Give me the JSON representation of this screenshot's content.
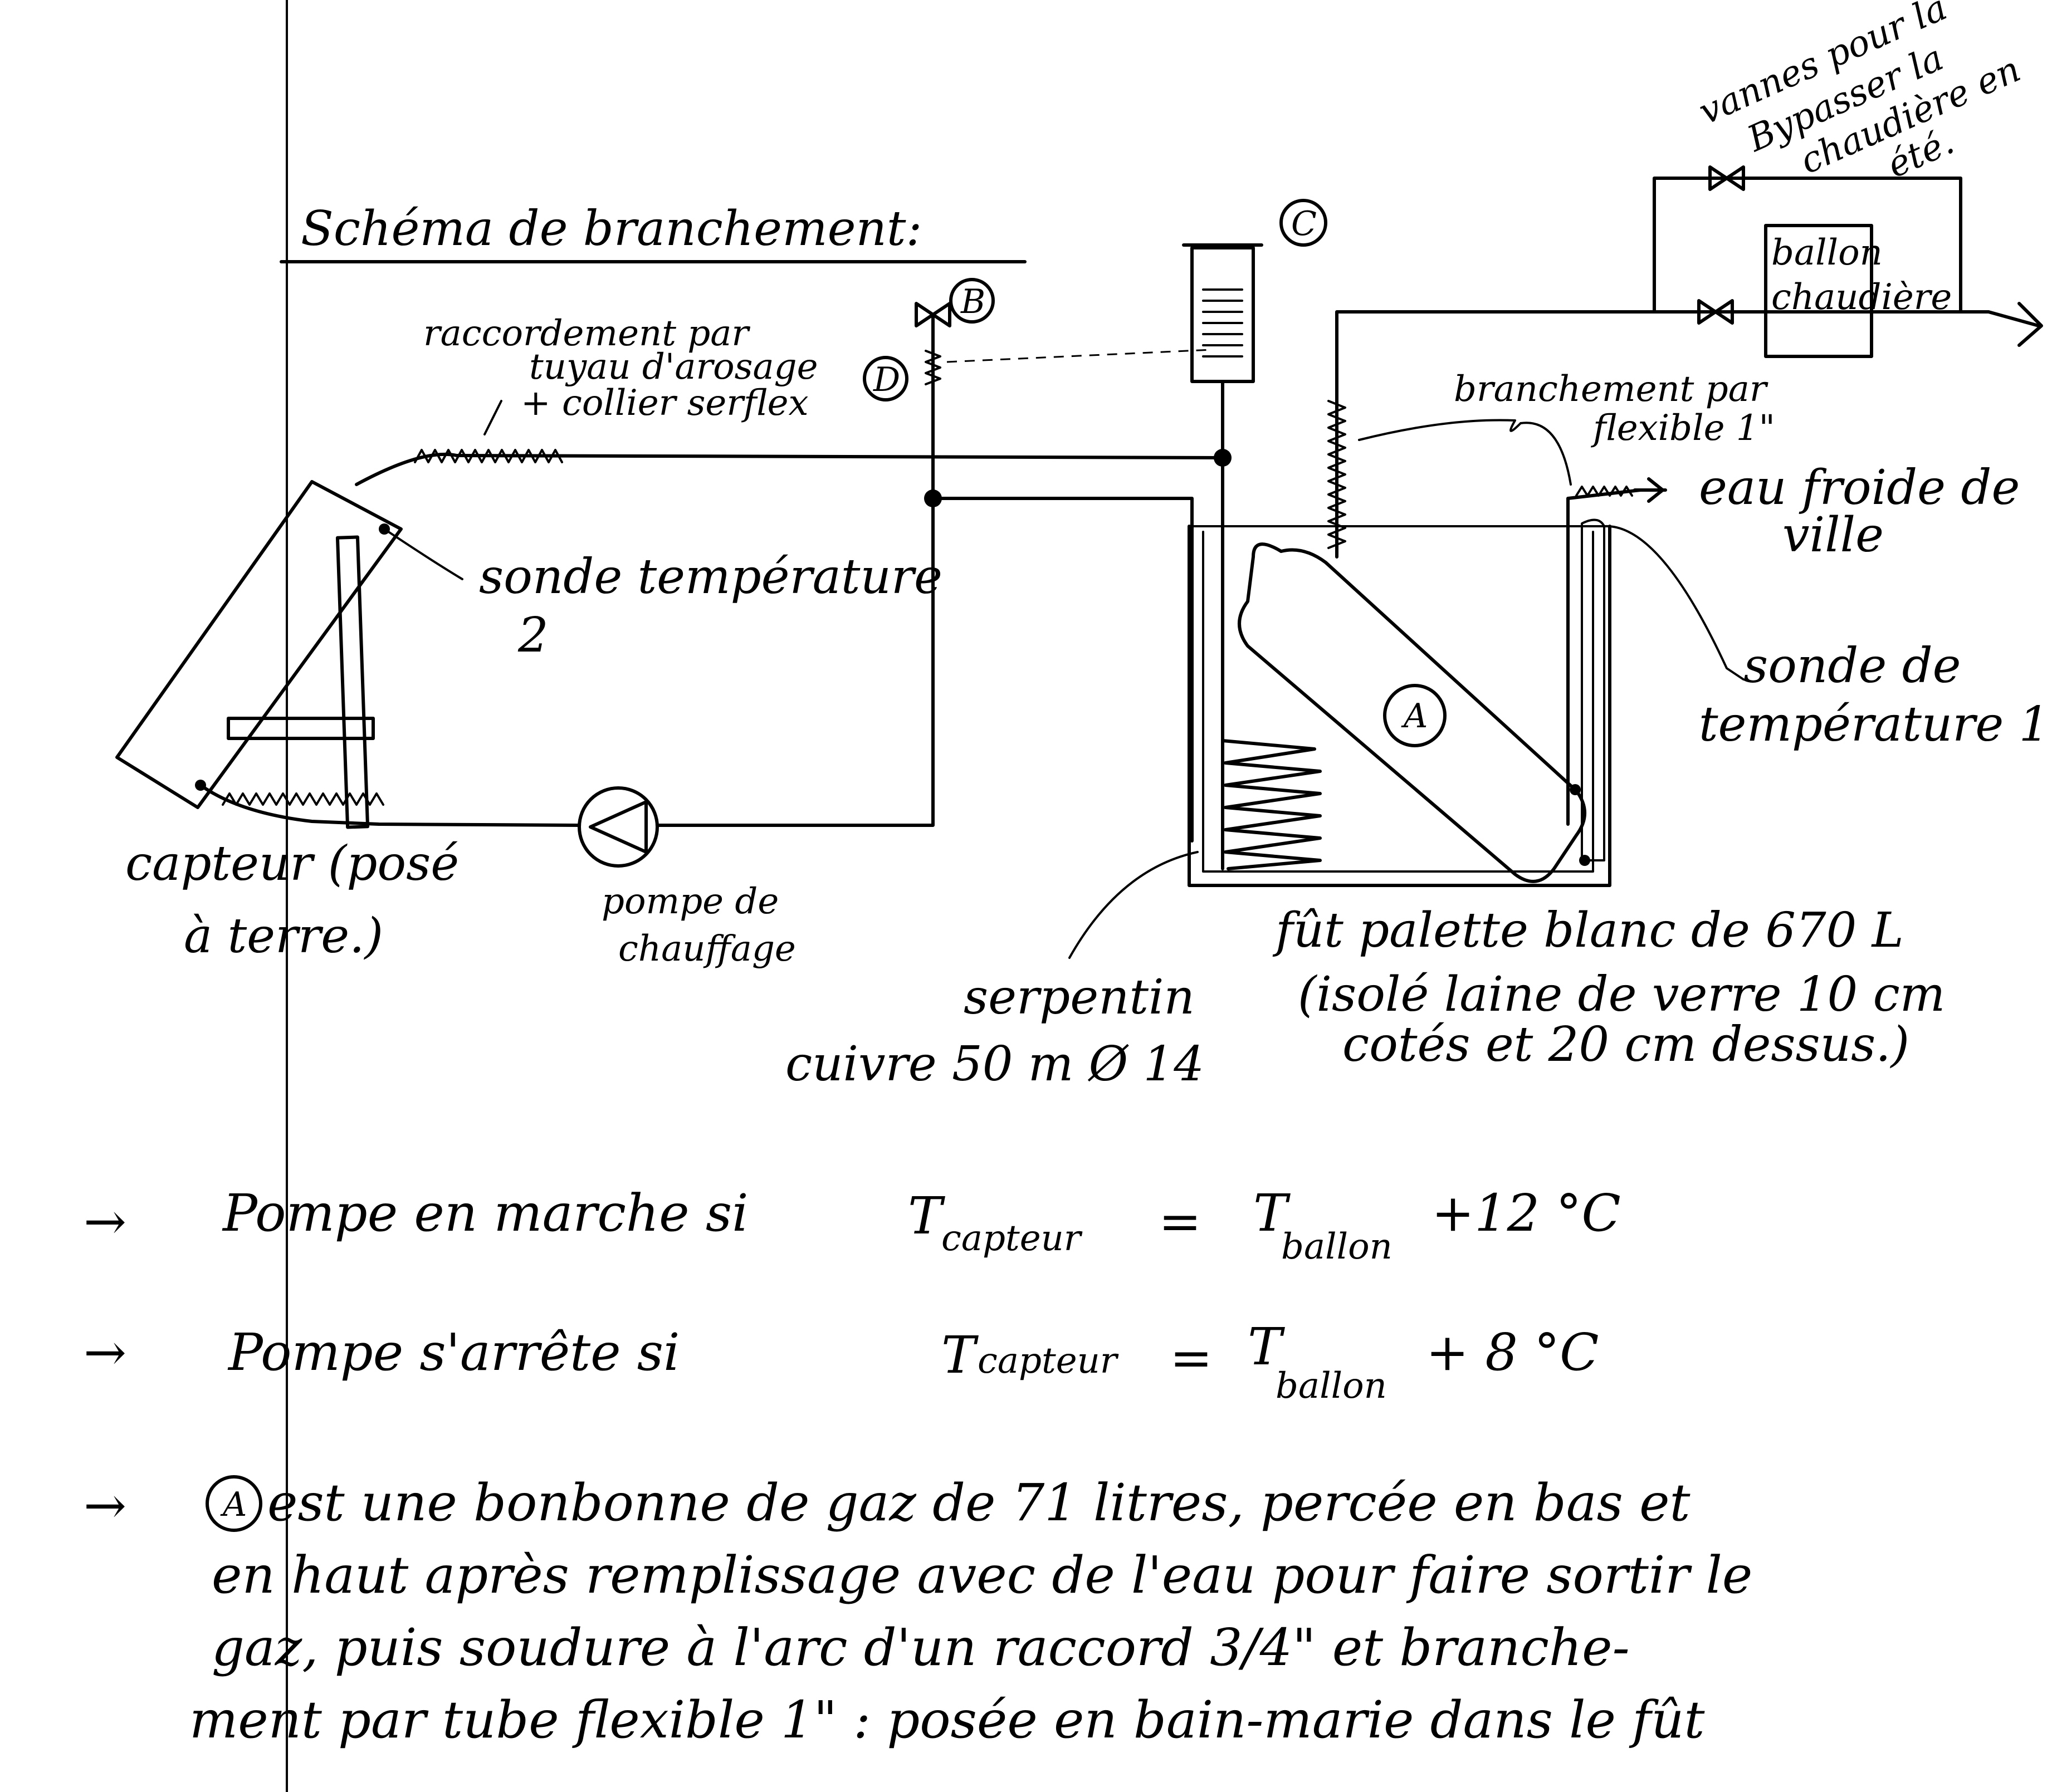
{
  "title": "Schéma de branchement:",
  "labels": {
    "valves_note": [
      "vannes pour la",
      "Bypasser la",
      "chaudière en",
      "été."
    ],
    "ballon_chaudiere": [
      "ballon",
      "chaudière"
    ],
    "circle_b": "B",
    "circle_c": "C",
    "circle_d": "D",
    "circle_a": "A",
    "raccordement": [
      "raccordement par",
      "tuyau d'arosage",
      "+ collier serflex"
    ],
    "branchement_flexible": [
      "branchement par",
      "flexible 1\""
    ],
    "eau_froide": [
      "eau froide de",
      "ville"
    ],
    "sonde_2": [
      "sonde température",
      "2"
    ],
    "sonde_1": [
      "sonde de",
      "température 1"
    ],
    "capteur": [
      "capteur (posé",
      "à terre.)"
    ],
    "pompe": [
      "pompe de",
      "chauffage"
    ],
    "serpentin": [
      "serpentin",
      "cuivre 50 m Ø 14"
    ],
    "fut": [
      "fût palette blanc de 670 L",
      "(isolé laine de verre 10 cm",
      "cotés et 20 cm dessus.)"
    ]
  },
  "notes": {
    "line1": {
      "arrow": "→",
      "text": "Pompe en marche si",
      "t1": "T",
      "t1_sub": "capteur",
      "eq": "=",
      "t2": "T",
      "t2_sub": "ballon",
      "rest": "+12 °C"
    },
    "line2": {
      "arrow": "→",
      "text": "Pompe s'arrête si",
      "t1": "T",
      "t1_sub": "capteur",
      "eq": "=",
      "t2": "T",
      "t2_sub": "ballon",
      "rest": "+ 8 °C"
    },
    "line3": {
      "arrow": "→",
      "circle": "A",
      "lines": [
        "est une bonbonne de gaz de 71 litres, percée en bas et",
        "en haut après remplissage avec de l'eau pour faire sortir le",
        "gaz, puis soudure à l'arc d'un raccord 3/4\" et branche-",
        "ment par tube flexible 1\" : posée en bain-marie dans le fût"
      ]
    }
  }
}
